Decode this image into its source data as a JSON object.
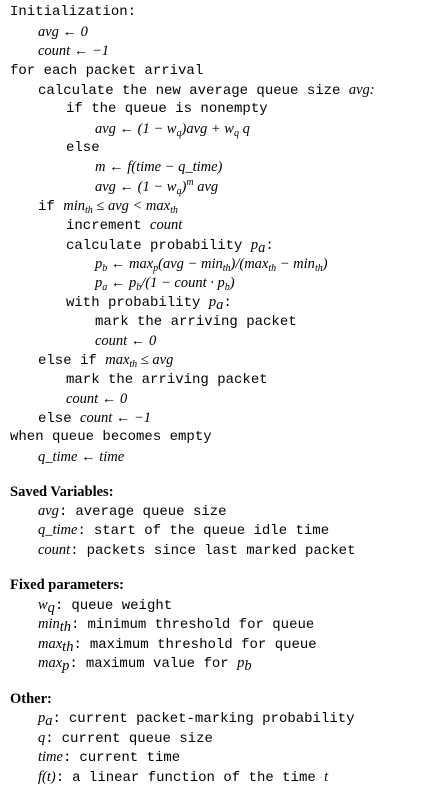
{
  "algorithm": {
    "initialization": "Initialization:",
    "init_avg": "avg ← 0",
    "init_count": "count ← −1",
    "for_each": "for each packet arrival",
    "calc_avg_kw": "calculate the new average queue size ",
    "calc_avg_var": "avg:",
    "if_nonempty": "if the queue is nonempty",
    "avg_update_1": "avg ← (1 − w",
    "avg_update_1b": ")avg + w",
    "avg_update_1c": " q",
    "else1": "else",
    "m_assign": "m ← f(time − q_time)",
    "avg_update_2": "avg ← (1 − w",
    "avg_update_2b": ")",
    "avg_update_2c": "m",
    "avg_update_2d": " avg",
    "if_kw": "if ",
    "cond1_a": "min",
    "cond1_b": " ≤ avg < max",
    "increment_kw": "increment ",
    "increment_var": "count",
    "calc_prob_kw": "calculate probability ",
    "calc_prob_var": "p",
    "calc_prob_sub": "a",
    "calc_prob_colon": ":",
    "pb_a": "p",
    "pb_b": " ← max",
    "pb_c": "(avg − min",
    "pb_d": ")/(max",
    "pb_e": " − min",
    "pb_f": ")",
    "pa_a": "p",
    "pa_b": " ← p",
    "pa_c": "/(1 − count · p",
    "pa_d": ")",
    "with_prob_kw": "with probability ",
    "with_prob_var": "p",
    "with_prob_colon": ":",
    "mark1": "mark the arriving packet",
    "count_reset1": "count ← 0",
    "elseif_kw": "else if ",
    "cond2_a": "max",
    "cond2_b": " ≤ avg",
    "mark2": "mark the arriving packet",
    "count_reset2": "count ← 0",
    "else_kw": "else ",
    "count_neg": "count ← −1",
    "when_empty": "when queue becomes empty",
    "qtime_assign": "q_time ← time",
    "sub_th": "th",
    "sub_q": "q",
    "sub_p": "p",
    "sub_b": "b",
    "sub_a": "a"
  },
  "saved_variables": {
    "heading": "Saved Variables:",
    "items": [
      {
        "name": "avg",
        "desc": "average queue size"
      },
      {
        "name": "q_time",
        "desc": "start of the queue idle time"
      },
      {
        "name": "count",
        "desc": "packets since last marked packet"
      }
    ]
  },
  "fixed_parameters": {
    "heading": "Fixed parameters:",
    "items": [
      {
        "name": "w",
        "sub": "q",
        "desc": "queue weight"
      },
      {
        "name": "min",
        "sub": "th",
        "desc": "minimum threshold for queue"
      },
      {
        "name": "max",
        "sub": "th",
        "desc": "maximum threshold for queue"
      },
      {
        "name": "max",
        "sub": "p",
        "desc": "maximum value for ",
        "desc_var": "p",
        "desc_sub": "b"
      }
    ]
  },
  "other": {
    "heading": "Other:",
    "items": [
      {
        "name": "p",
        "sub": "a",
        "desc": "current packet-marking probability"
      },
      {
        "name": "q",
        "sub": "",
        "desc": "current queue size"
      },
      {
        "name": "time",
        "sub": "",
        "desc": "current time"
      },
      {
        "name": "f(t)",
        "sub": "",
        "desc": "a linear function of the time ",
        "desc_var": "t"
      }
    ]
  },
  "colon": ":"
}
